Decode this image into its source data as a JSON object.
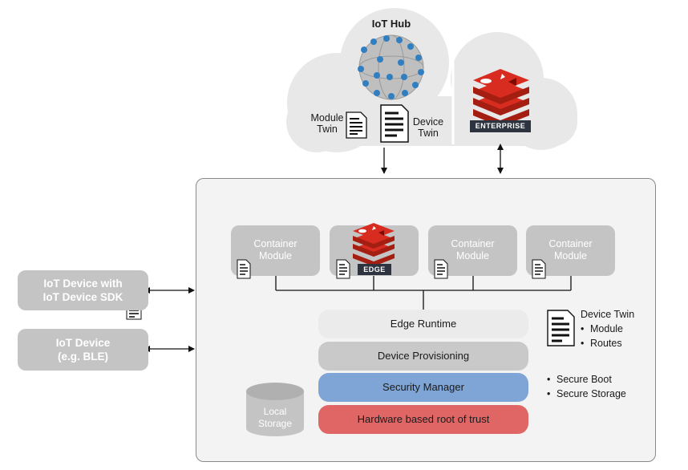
{
  "iot_hub": {
    "title": "IoT Hub",
    "module_twin_label": "Module\nTwin",
    "device_twin_label": "Device\nTwin"
  },
  "enterprise": {
    "badge": "ENTERPRISE"
  },
  "edge_device": {
    "modules": [
      {
        "label": "Container\nModule"
      },
      {
        "label": "Container\nModule"
      },
      {
        "label": "Container\nModule"
      }
    ],
    "edge_badge": "EDGE",
    "layers": {
      "runtime": "Edge Runtime",
      "provisioning": "Device Provisioning",
      "security": "Security Manager",
      "hardware": "Hardware based root of trust"
    },
    "local_storage": "Local\nStorage",
    "device_twin": {
      "title": "Device Twin",
      "items": [
        "Module",
        "Routes"
      ]
    },
    "security_features": [
      "Secure Boot",
      "Secure Storage"
    ]
  },
  "external_devices": {
    "sdk_device": "IoT Device with\nIoT Device SDK",
    "ble_device": "IoT Device\n(e.g. BLE)"
  },
  "colors": {
    "cloud": "#e8e8e8",
    "module": "#c4c4c4",
    "runtime": "#ebebeb",
    "provisioning": "#c9c9c9",
    "security": "#7fa5d6",
    "hardware": "#e06666",
    "redis": "#d82c20"
  }
}
